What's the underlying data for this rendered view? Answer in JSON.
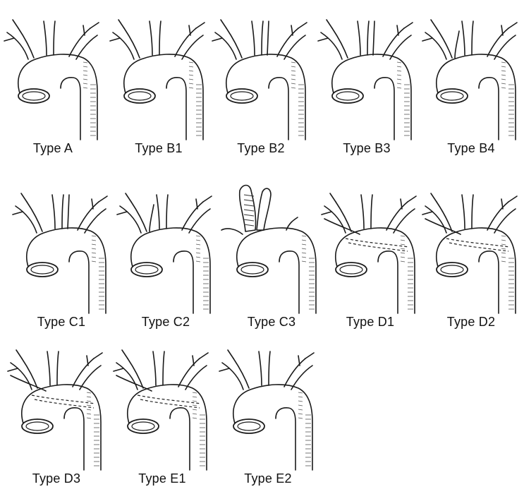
{
  "figure": {
    "panels": [
      {
        "label": "Type A",
        "variant": "A"
      },
      {
        "label": "Type B1",
        "variant": "B1"
      },
      {
        "label": "Type B2",
        "variant": "B2"
      },
      {
        "label": "Type B3",
        "variant": "B3"
      },
      {
        "label": "Type B4",
        "variant": "B4"
      },
      {
        "label": "Type C1",
        "variant": "C1"
      },
      {
        "label": "Type C2",
        "variant": "C2"
      },
      {
        "label": "Type C3",
        "variant": "C3"
      },
      {
        "label": "Type D1",
        "variant": "D1"
      },
      {
        "label": "Type D2",
        "variant": "D2"
      },
      {
        "label": "Type D3",
        "variant": "D3"
      },
      {
        "label": "Type E1",
        "variant": "E1"
      },
      {
        "label": "Type E2",
        "variant": "E2"
      }
    ]
  }
}
